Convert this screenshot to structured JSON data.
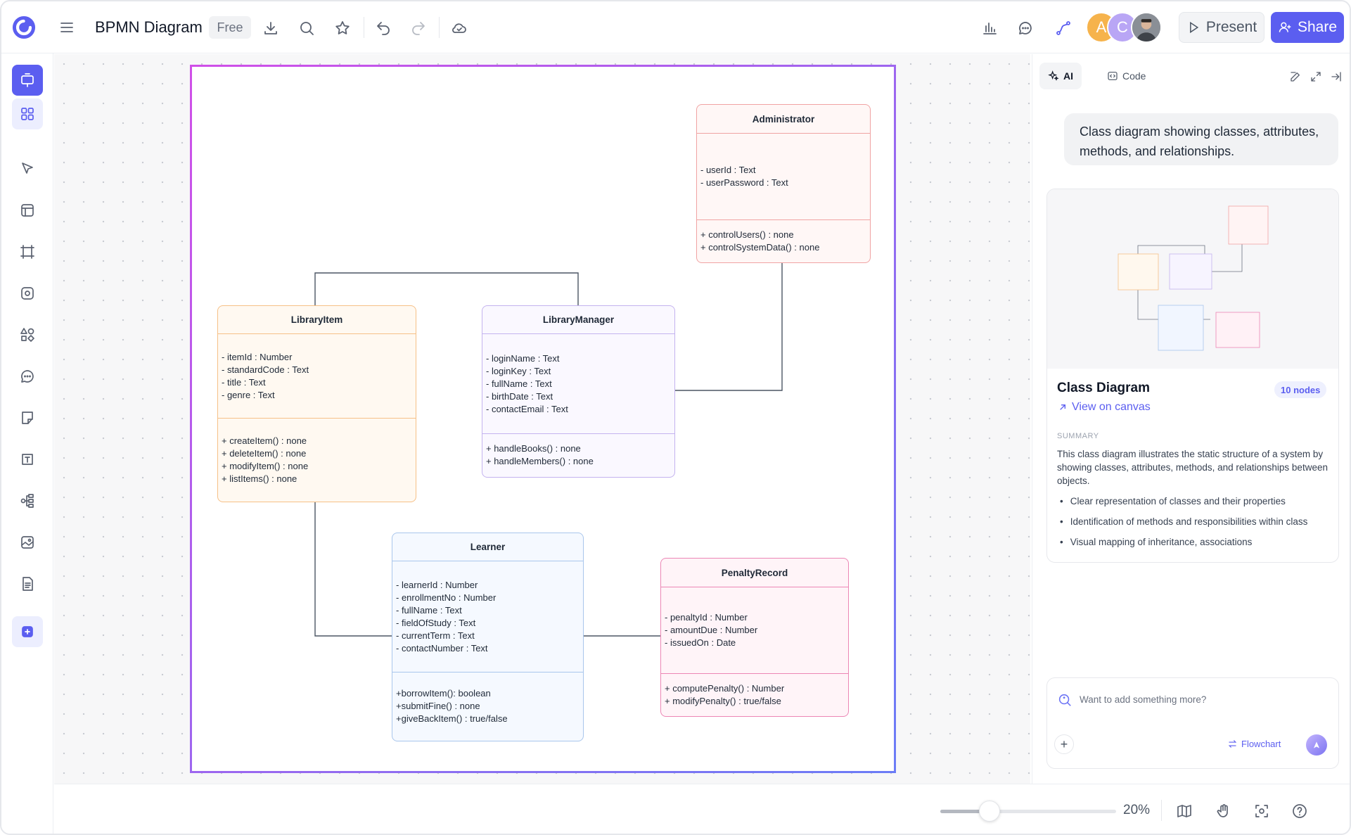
{
  "app": {
    "title": "BPMN Diagram",
    "plan_badge": "Free",
    "present_label": "Present",
    "share_label": "Share",
    "accent_color": "#5b5ef0",
    "avatars": [
      {
        "initial": "A",
        "color": "#f6b34c"
      },
      {
        "initial": "C",
        "color": "#b9a6f5"
      },
      {
        "initial": "",
        "color": "#6b6f76"
      }
    ]
  },
  "toolbar_icons": [
    "menu-icon",
    "download-icon",
    "search-icon",
    "star-icon",
    "undo-icon",
    "redo-icon",
    "cloud-icon",
    "chart-icon",
    "comment-icon",
    "connector-icon"
  ],
  "left_tools": [
    "presentation-icon",
    "templates-icon",
    "pointer-icon",
    "layout-icon",
    "frame-icon",
    "shape-icon",
    "elements-icon",
    "comment-icon",
    "sticky-note-icon",
    "text-icon",
    "mindmap-icon",
    "image-icon",
    "document-icon",
    "add-icon"
  ],
  "diagram": {
    "classes": [
      {
        "name": "Administrator",
        "attributes": [
          "- userId : Text",
          "- userPassword : Text"
        ],
        "methods": [
          "+ controlUsers() : none",
          "+ controlSystemData() : none"
        ],
        "border": "#f0a3a3",
        "fill": "#fff7f6"
      },
      {
        "name": "LibraryItem",
        "attributes": [
          "- itemId : Number",
          "- standardCode : Text",
          "- title : Text",
          "- genre : Text"
        ],
        "methods": [
          "+ createItem() : none",
          "+ deleteItem() : none",
          "+ modifyItem() : none",
          "+ listItems() : none"
        ],
        "border": "#f6c087",
        "fill": "#fff9f1"
      },
      {
        "name": "LibraryManager",
        "attributes": [
          "- loginName : Text",
          "- loginKey : Text",
          "- fullName : Text",
          "- birthDate : Text",
          "- contactEmail : Text"
        ],
        "methods": [
          "+ handleBooks() : none",
          "+ handleMembers() : none"
        ],
        "border": "#c4b3ef",
        "fill": "#faf8ff"
      },
      {
        "name": "Learner",
        "attributes": [
          "- learnerId : Number",
          "- enrollmentNo : Number",
          "- fullName : Text",
          "- fieldOfStudy : Text",
          "- currentTerm : Text",
          "- contactNumber : Text"
        ],
        "methods": [
          "+borrowItem(): boolean",
          "+submitFine() : none",
          "+giveBackItem() : true/false"
        ],
        "border": "#a9c6ec",
        "fill": "#f5f9ff"
      },
      {
        "name": "PenaltyRecord",
        "attributes": [
          "- penaltyId : Number",
          "- amountDue : Number",
          "- issuedOn : Date"
        ],
        "methods": [
          "+ computePenalty() : Number",
          "+ modifyPenalty() : true/false"
        ],
        "border": "#ec86b5",
        "fill": "#fff4f8"
      }
    ]
  },
  "panel": {
    "tabs": [
      "AI",
      "Code"
    ],
    "prompt": "Class diagram showing classes, attributes, methods, and relationships.",
    "card_title": "Class Diagram",
    "nodes_badge": "10 nodes",
    "view_link": "View on canvas",
    "summary_label": "SUMMARY",
    "summary_text": "This class diagram illustrates the static structure of a system by showing classes, attributes, methods, and relationships between objects.",
    "bullets": [
      "Clear representation of classes and their properties",
      "Identification of methods and responsibilities within class",
      "Visual mapping of inheritance, associations"
    ],
    "input_placeholder": "Want to add something more?",
    "flowchart_label": "Flowchart"
  },
  "footer": {
    "zoom_level": "20%",
    "zoom_fraction": 0.28
  }
}
